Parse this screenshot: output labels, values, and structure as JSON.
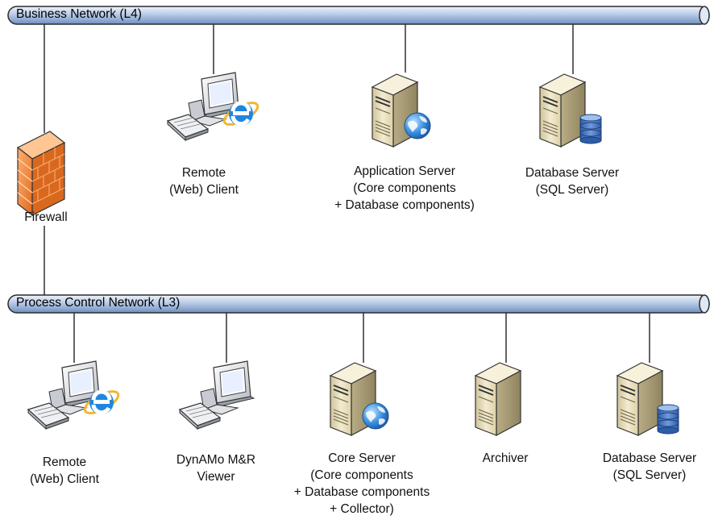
{
  "networks": {
    "business": {
      "label": "Business Network (L4)"
    },
    "process": {
      "label": "Process Control Network (L3)"
    }
  },
  "nodes": {
    "firewall": {
      "lines": [
        "Firewall"
      ],
      "icon": "firewall-icon"
    },
    "l4_remote_client": {
      "lines": [
        "Remote",
        "(Web) Client"
      ],
      "icon": "workstation-ie-icon"
    },
    "l4_app_server": {
      "lines": [
        "Application Server",
        "(Core components",
        "+ Database components)"
      ],
      "icon": "server-globe-icon"
    },
    "l4_db_server": {
      "lines": [
        "Database Server",
        "(SQL Server)"
      ],
      "icon": "server-database-icon"
    },
    "l3_remote_client": {
      "lines": [
        "Remote",
        "(Web) Client"
      ],
      "icon": "workstation-ie-icon"
    },
    "l3_viewer": {
      "lines": [
        "DynAMo M&R",
        "Viewer"
      ],
      "icon": "workstation-icon"
    },
    "l3_core_server": {
      "lines": [
        "Core Server",
        "(Core components",
        "+ Database components",
        "+ Collector)"
      ],
      "icon": "server-globe-icon"
    },
    "l3_archiver": {
      "lines": [
        "Archiver"
      ],
      "icon": "server-icon"
    },
    "l3_db_server": {
      "lines": [
        "Database Server",
        "(SQL Server)"
      ],
      "icon": "server-database-icon"
    }
  },
  "colors": {
    "bus_top": "#e6eef8",
    "bus_bottom": "#6f90c1",
    "bus_border": "#2b2b2b",
    "firewall": "#f08a3c",
    "server_body": "#ede3c0",
    "globe": "#2f7fd6",
    "database": "#3f74c4",
    "ie_logo": "#1e88e5"
  }
}
